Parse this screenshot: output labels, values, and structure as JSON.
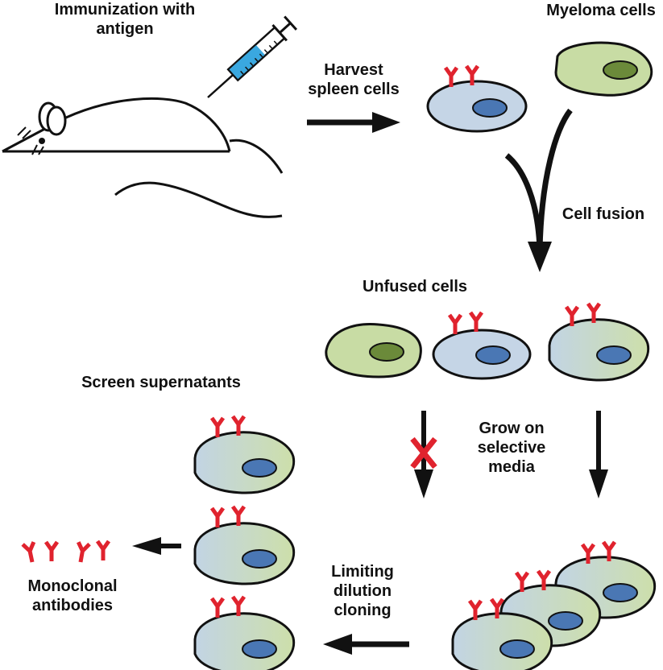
{
  "labels": {
    "immunization": "Immunization with",
    "immunization_line2": "antigen",
    "myeloma": "Myeloma cells",
    "harvest": "Harvest",
    "harvest_line2": "spleen cells",
    "fusion": "Cell fusion",
    "unfused": "Unfused cells",
    "screen": "Screen supernatants",
    "grow": "Grow on",
    "grow_line2": "selective",
    "grow_line3": "media",
    "limiting": "Limiting",
    "limiting_line2": "dilution",
    "limiting_line3": "cloning",
    "monoclonal": "Monoclonal",
    "monoclonal_line2": "antibodies"
  },
  "colors": {
    "antibody": "#e0232e",
    "spleen_cell": "#c5d5e6",
    "spleen_nucleus": "#4a77b4",
    "myeloma_cell": "#c8dca4",
    "myeloma_nucleus": "#6b8a3a",
    "hybrid_left": "#c2d4e4",
    "hybrid_right": "#cddfaa",
    "syringe_fluid": "#3aa8e0",
    "outline": "#111111"
  },
  "icons": {
    "mouse": "mouse-icon",
    "syringe": "syringe-icon",
    "blocked": "red-x-icon"
  }
}
